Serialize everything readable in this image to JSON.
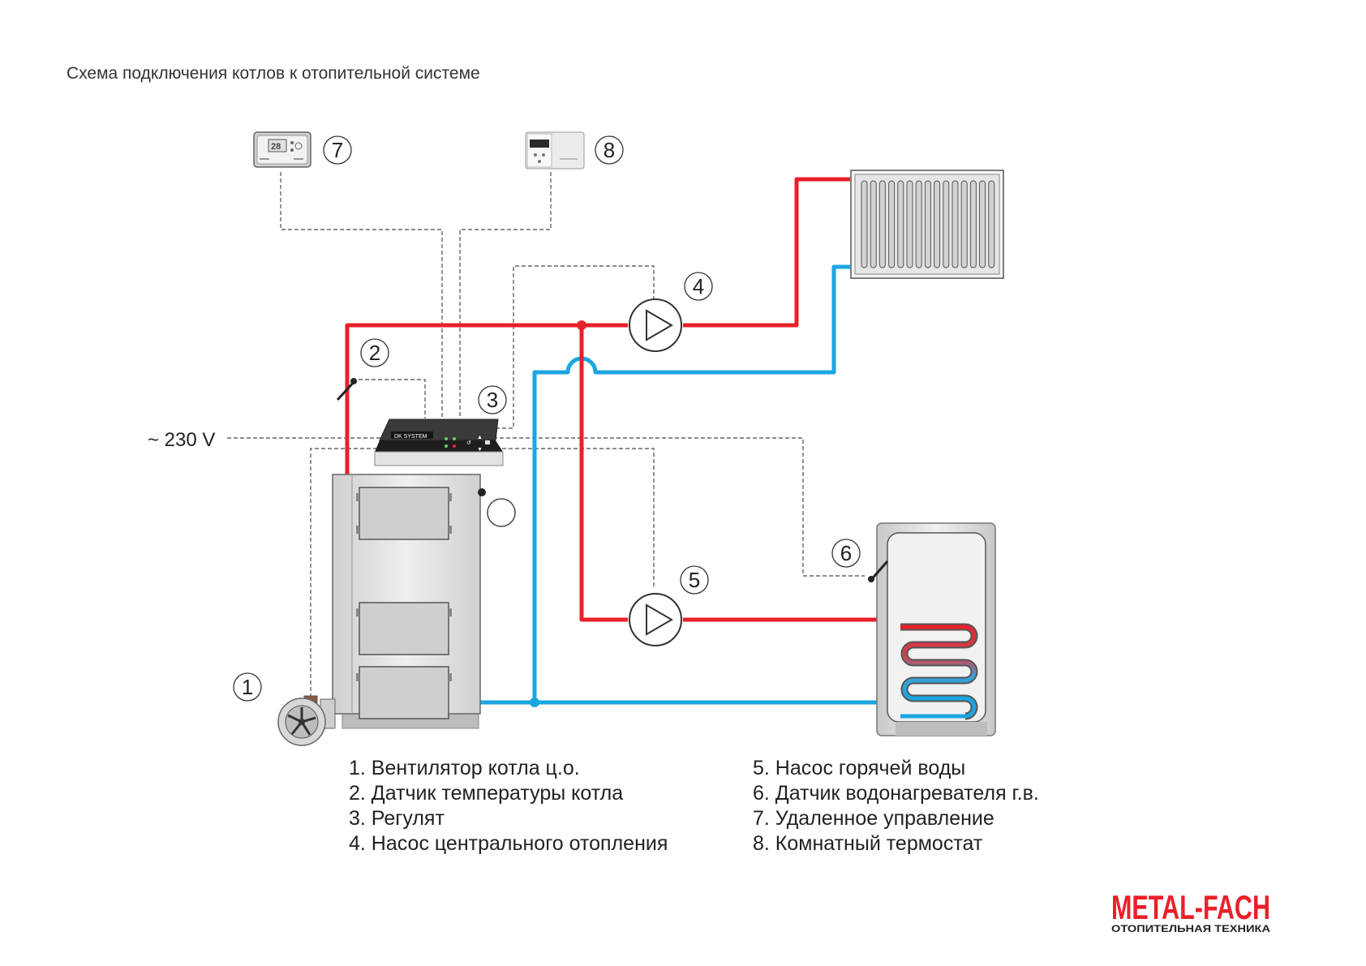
{
  "title": "Схема подключения котлов к отопительной системе",
  "voltage_label": "~ 230 V",
  "controller_label": "DK SYSTEM",
  "thermostat_display": "28",
  "callouts": [
    "1",
    "2",
    "3",
    "4",
    "5",
    "6",
    "7",
    "8"
  ],
  "legend_left": [
    "1. Вентилятор котла ц.о.",
    "2. Датчик температуры котла",
    "3. Регулят",
    "4. Насос центрального отопления"
  ],
  "legend_right": [
    "5. Насос горячей воды",
    "6. Датчик водонагревателя г.в.",
    "7. Удаленное управление",
    "8. Комнатный термостат"
  ],
  "logo": {
    "brand": "METAL-FACH",
    "tagline": "ОТОПИТЕЛЬНАЯ ТЕХНИКА"
  },
  "colors": {
    "supply_pipe": "#e8202a",
    "return_pipe": "#1ba6e2",
    "signal_wire": "#666666"
  }
}
